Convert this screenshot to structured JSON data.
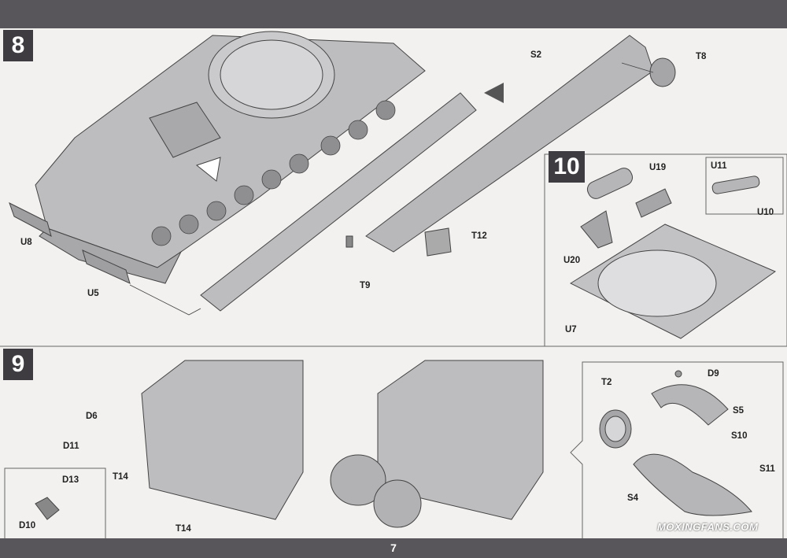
{
  "page": {
    "number": "7"
  },
  "watermark": "MOXINGFANS.COM",
  "steps": [
    {
      "number": "8"
    },
    {
      "number": "10"
    },
    {
      "number": "9"
    }
  ],
  "labels": {
    "S2": "S2",
    "T8": "T8",
    "U8": "U8",
    "U5": "U5",
    "T9": "T9",
    "T12": "T12",
    "U11": "U11",
    "U10": "U10",
    "U19": "U19",
    "U20": "U20",
    "U7": "U7",
    "D6": "D6",
    "D11": "D11",
    "T14a": "T14",
    "T14b": "T14",
    "D13": "D13",
    "D10": "D10",
    "D9": "D9",
    "T2": "T2",
    "S5": "S5",
    "S10": "S10",
    "S11": "S11",
    "S4": "S4"
  }
}
